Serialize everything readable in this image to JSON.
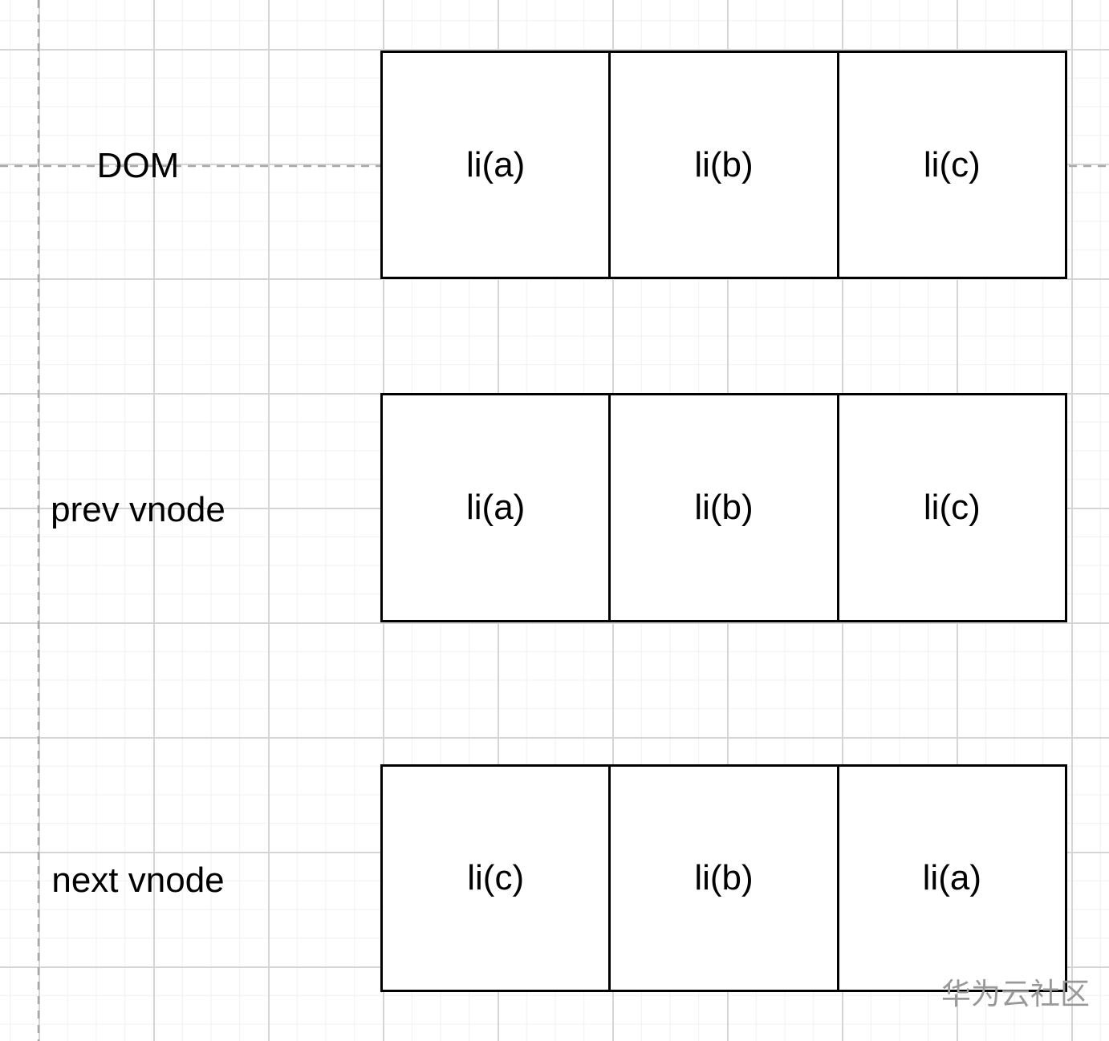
{
  "diagram": {
    "rows": [
      {
        "label": "DOM",
        "cells": [
          {
            "label": "li(a)"
          },
          {
            "label": "li(b)"
          },
          {
            "label": "li(c)"
          }
        ]
      },
      {
        "label": "prev vnode",
        "cells": [
          {
            "label": "li(a)"
          },
          {
            "label": "li(b)"
          },
          {
            "label": "li(c)"
          }
        ]
      },
      {
        "label": "next vnode",
        "cells": [
          {
            "label": "li(c)"
          },
          {
            "label": "li(b)"
          },
          {
            "label": "li(a)"
          }
        ]
      }
    ],
    "watermark": "华为云社区",
    "colors": {
      "box_fill": "#ffffff",
      "box_border": "#000000",
      "grid_minor": "#f0f0f0",
      "grid_major": "#d5d5d5",
      "page_break_dash": "#a8a8a8",
      "text": "#000000",
      "watermark_text": "#999999"
    }
  }
}
